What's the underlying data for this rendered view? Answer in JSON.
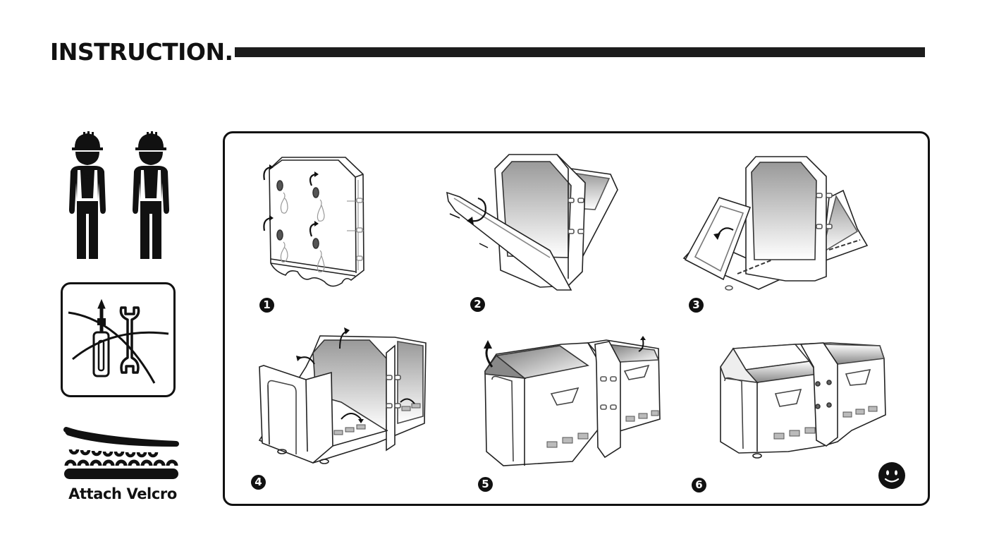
{
  "header": {
    "title": "INSTRUCTION."
  },
  "sidebar": {
    "workers_icon": "two-workers-hardhat-icon",
    "workers_count": 2,
    "no_tools_icon": "no-tools-required-icon",
    "velcro_icon": "velcro-icon",
    "velcro_label": "Attach Velcro"
  },
  "steps": [
    {
      "number": "1",
      "icon": "step-1-unfold-panel-illustration"
    },
    {
      "number": "2",
      "icon": "step-2-open-side-illustration"
    },
    {
      "number": "3",
      "icon": "step-3-lower-front-panel-illustration"
    },
    {
      "number": "4",
      "icon": "step-4-raise-walls-illustration"
    },
    {
      "number": "5",
      "icon": "step-5-close-roof-illustration"
    },
    {
      "number": "6",
      "icon": "step-6-completed-unit-illustration"
    }
  ],
  "completion_icon": "smiley-icon",
  "colors": {
    "ink": "#111111",
    "rule": "#1c1c1c",
    "background": "#ffffff",
    "shade": "#9a9a9a"
  }
}
